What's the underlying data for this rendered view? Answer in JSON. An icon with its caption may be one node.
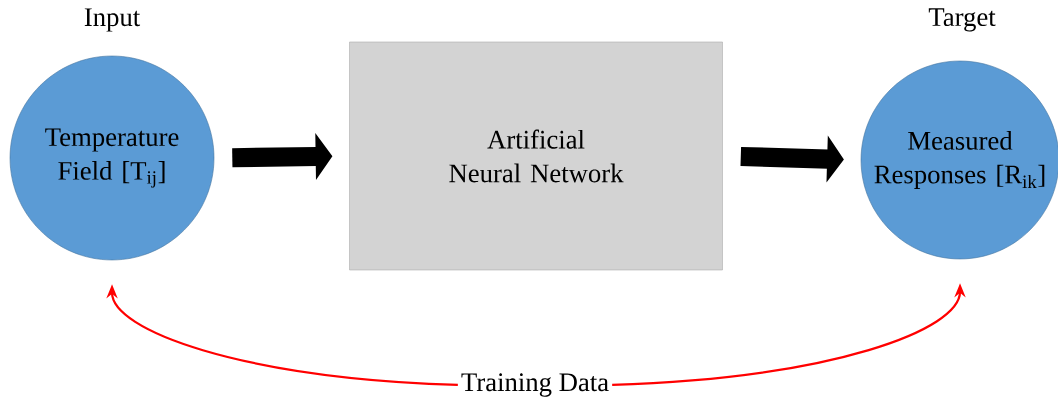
{
  "diagram": {
    "nodes": [
      {
        "text": [
          "Input",
          "Temperature Field [T$_{ij}$]"
        ]
      },
      {
        "text": [
          "Artificial Neural Network"
        ]
      },
      {
        "text": [
          "Target",
          "Measured Responses [R$_{ik}$]"
        ]
      },
      {
        "text": [
          "Training Data"
        ]
      }
    ],
    "edges": [
      {
        "from": 0,
        "to": 1,
        "arrow": "to",
        "style": "thick"
      },
      {
        "from": 1,
        "to": 2,
        "arrow": "to",
        "style": "thick"
      },
      {
        "from": 3,
        "to": 0,
        "arrow": "to",
        "color": "#ff0000"
      },
      {
        "from": 3,
        "to": 2,
        "arrow": "to",
        "color": "#ff0000"
      }
    ]
  }
}
